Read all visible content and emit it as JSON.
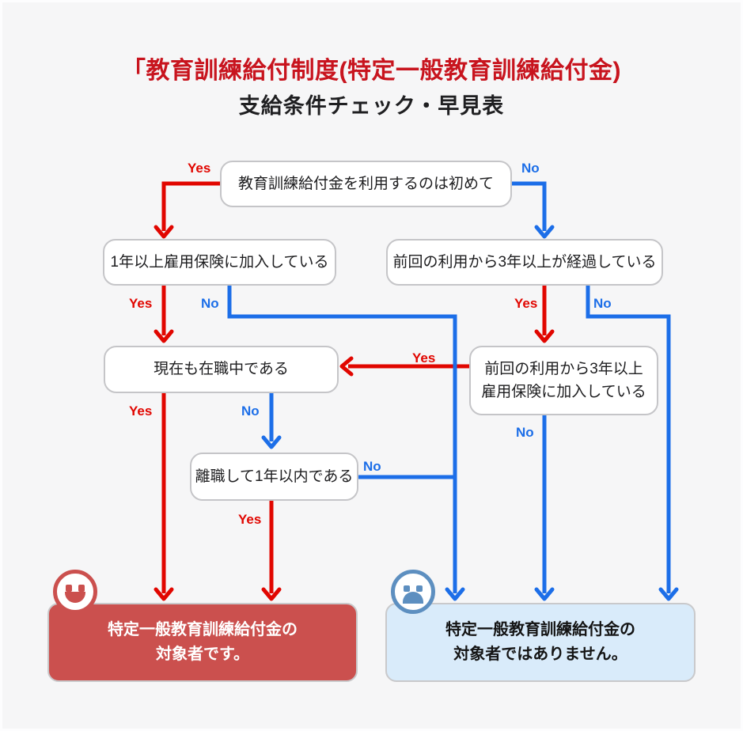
{
  "title": {
    "line1": "「教育訓練給付制度(特定一般教育訓練給付金)",
    "line2": "支給条件チェック・早見表"
  },
  "labels": {
    "yes": "Yes",
    "no": "No"
  },
  "nodes": {
    "first_time": "教育訓練給付金を利用するのは初めて",
    "insured_1yr": "1年以上雇用保険に加入している",
    "three_years_passed": "前回の利用から3年以上が経過している",
    "currently_employed": "現在も在職中である",
    "insured_3yr_since_last_l1": "前回の利用から3年以上",
    "insured_3yr_since_last_l2": "雇用保険に加入している",
    "left_within_1yr": "離職して1年以内である"
  },
  "results": {
    "eligible": {
      "l1": "特定一般教育訓練給付金の",
      "l2": "対象者です。"
    },
    "not_eligible": {
      "l1": "特定一般教育訓練給付金の",
      "l2": "対象者ではありません。"
    }
  },
  "icons": {
    "happy": "smiley-face",
    "sad": "sad-face"
  },
  "colors": {
    "yes_red": "#e10600",
    "no_blue": "#1c6ee8",
    "title_red": "#c8141e",
    "eligible_bg": "#cb504e",
    "not_eligible_bg": "#d9ebfa",
    "sad_icon_blue": "#5d8fc0",
    "background": "#f6f6f7",
    "box_border": "#c5c5c8"
  }
}
